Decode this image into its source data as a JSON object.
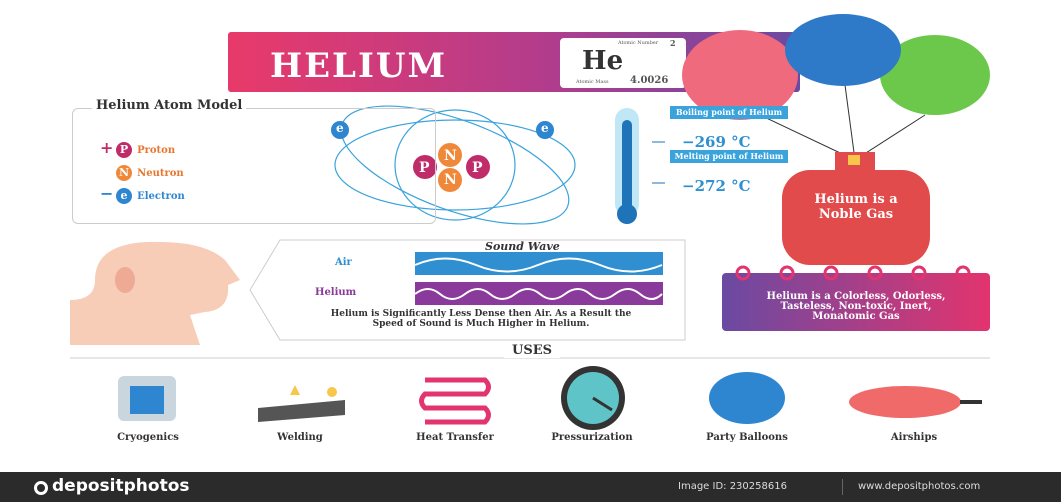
{
  "header": {
    "title": "HELIUM",
    "symbol": "He",
    "atomic_number_label": "Atomic Number",
    "atomic_number": "2",
    "atomic_mass_label": "Atomic Mass",
    "atomic_mass": "4.0026"
  },
  "atom_model": {
    "title": "Helium Atom Model",
    "legend": [
      {
        "sign": "+",
        "symbol": "P",
        "label": "Proton"
      },
      {
        "sign": "",
        "symbol": "N",
        "label": "Neutron"
      },
      {
        "sign": "−",
        "symbol": "e",
        "label": "Electron"
      }
    ]
  },
  "temperatures": {
    "boiling_label": "Boiling point of Helium",
    "boiling_value": "−269 °C",
    "melting_label": "Melting point of Helium",
    "melting_value": "−272 °C"
  },
  "tank": {
    "text": "Helium is a Noble Gas"
  },
  "properties": {
    "text": "Helium is a Colorless, Odorless, Tasteless, Non-toxic, Inert, Monatomic Gas"
  },
  "sound": {
    "title": "Sound Wave",
    "air": "Air",
    "helium": "Helium",
    "caption": "Helium is Significantly Less Dense then Air. As a Result the Speed of  Sound is Much Higher in Helium."
  },
  "uses": {
    "title": "USES",
    "items": [
      "Cryogenics",
      "Welding",
      "Heat Transfer",
      "Pressurization",
      "Party Balloons",
      "Airships"
    ]
  },
  "footer": {
    "brand": "depositphotos",
    "image_id": "Image ID: 230258616",
    "site": "www.depositphotos.com"
  },
  "colors": {
    "pink": "#e83a6a",
    "purple": "#6a4aa2",
    "blue": "#3aa3dc",
    "red": "#e24b4b"
  }
}
